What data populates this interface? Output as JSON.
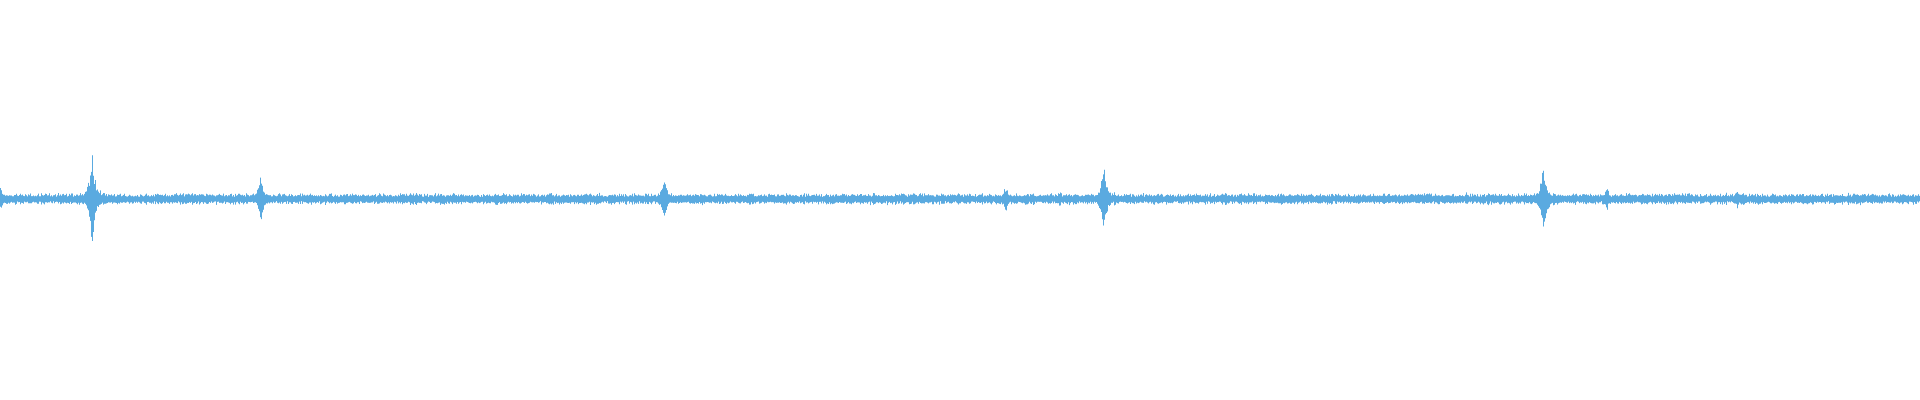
{
  "waveform": {
    "color": "#5aaae0",
    "background": "#ffffff",
    "baseline_amplitude": 0.04,
    "peaks": [
      {
        "at": 0.0,
        "amplitude": 0.09
      },
      {
        "at": 0.048,
        "amplitude": 0.32
      },
      {
        "at": 0.136,
        "amplitude": 0.17
      },
      {
        "at": 0.346,
        "amplitude": 0.16
      },
      {
        "at": 0.524,
        "amplitude": 0.1
      },
      {
        "at": 0.552,
        "amplitude": 0.06
      },
      {
        "at": 0.575,
        "amplitude": 0.25
      },
      {
        "at": 0.764,
        "amplitude": 0.05
      },
      {
        "at": 0.804,
        "amplitude": 0.26
      },
      {
        "at": 0.837,
        "amplitude": 0.08
      },
      {
        "at": 0.905,
        "amplitude": 0.07
      }
    ]
  }
}
